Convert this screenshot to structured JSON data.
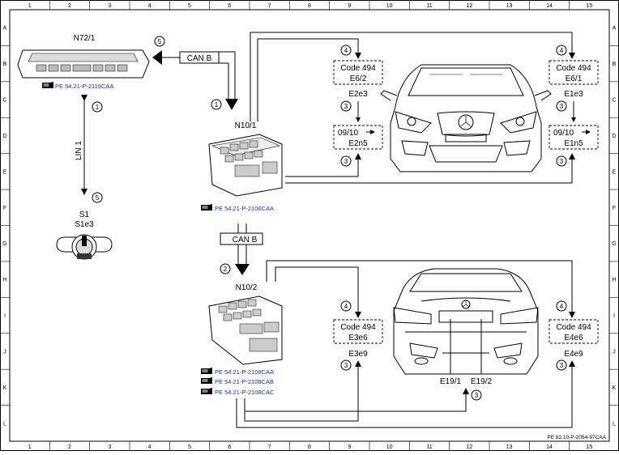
{
  "grid": {
    "columns": [
      "1",
      "2",
      "3",
      "4",
      "5",
      "6",
      "7",
      "8",
      "9",
      "10",
      "11",
      "12",
      "13",
      "14",
      "15"
    ],
    "rows": [
      "A",
      "B",
      "C",
      "D",
      "E",
      "F",
      "G",
      "H",
      "I",
      "J",
      "K",
      "L"
    ]
  },
  "components": {
    "n72_1": "N72/1",
    "n10_1": "N10/1",
    "n10_2": "N10/2",
    "s1": "S1",
    "s1e3": "S1e3",
    "lin1": "LIN 1",
    "can_b_top": "CAN B",
    "can_b_mid": "CAN B",
    "e2e3": "E2e3",
    "e2n5": "E2n5",
    "e1e3": "E1e3",
    "e1n5": "E1n5",
    "e3e9": "E3e9",
    "e4e9": "E4e9",
    "e19_1": "E19/1",
    "e19_2": "E19/2"
  },
  "boxes": {
    "e6_2": {
      "code": "Code 494",
      "id": "E6/2"
    },
    "e6_1": {
      "code": "Code 494",
      "id": "E6/1"
    },
    "e3e6": {
      "code": "Code 494",
      "id": "E3e6"
    },
    "e4e6": {
      "code": "Code 494",
      "id": "E4e6"
    },
    "d2n5": {
      "code": "09/10",
      "id": "E2n5"
    },
    "d1n5": {
      "code": "09/10",
      "id": "E1n5"
    }
  },
  "refs": {
    "n72": "PE 54.21-P-2119CAA",
    "n10_1": "PE 54.21-P-2106CAA",
    "n10_2_a": "PE 54.21-P-2108CAA",
    "n10_2_b": "PE 54.21-P-2108CAB",
    "n10_2_c": "PE 54.21-P-2108CAC"
  },
  "markers": {
    "m1": "1",
    "m2": "2",
    "m3": "3",
    "m4": "4",
    "m5": "5"
  },
  "footer": "PE 82.10-P-2054-97CAA",
  "colors": {
    "link": "#1a2fb0",
    "line": "#000000"
  },
  "icons": {
    "reference": "book-reference-icon",
    "arrow": "arrow-right-small-icon"
  }
}
